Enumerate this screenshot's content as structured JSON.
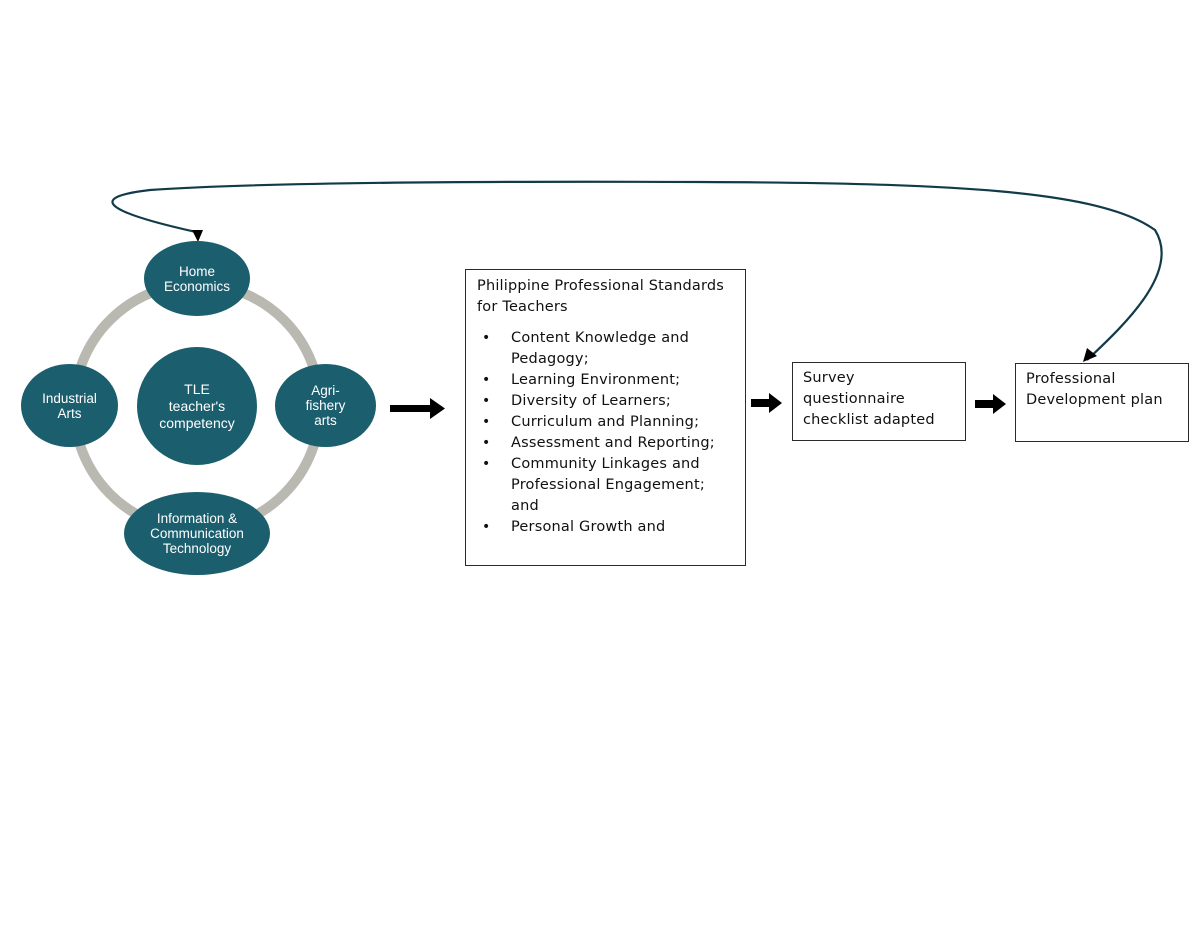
{
  "colors": {
    "node_fill": "#1b5e6e",
    "ring": "#b9b8b1",
    "connector": "#113b48",
    "arrow": "#000000"
  },
  "diagram": {
    "center": {
      "label": "TLE\nteacher's\ncompetency"
    },
    "areas": [
      {
        "id": "home-economics",
        "label": "Home\nEconomics"
      },
      {
        "id": "agri-fishery",
        "label": "Agri-\nfishery\narts"
      },
      {
        "id": "ict",
        "label": "Information &\nCommunication\nTechnology"
      },
      {
        "id": "industrial-arts",
        "label": "Industrial\nArts"
      }
    ],
    "standards": {
      "title": "Philippine Professional Standards for Teachers",
      "items": [
        "Content Knowledge and Pedagogy;",
        "Learning Environment;",
        "Diversity of Learners;",
        "Curriculum and Planning;",
        "Assessment and Reporting;",
        "Community Linkages and Professional Engagement; and",
        "Personal Growth and"
      ]
    },
    "survey": {
      "label": "Survey questionnaire checklist adapted"
    },
    "plan": {
      "label": "Professional Development plan"
    }
  }
}
